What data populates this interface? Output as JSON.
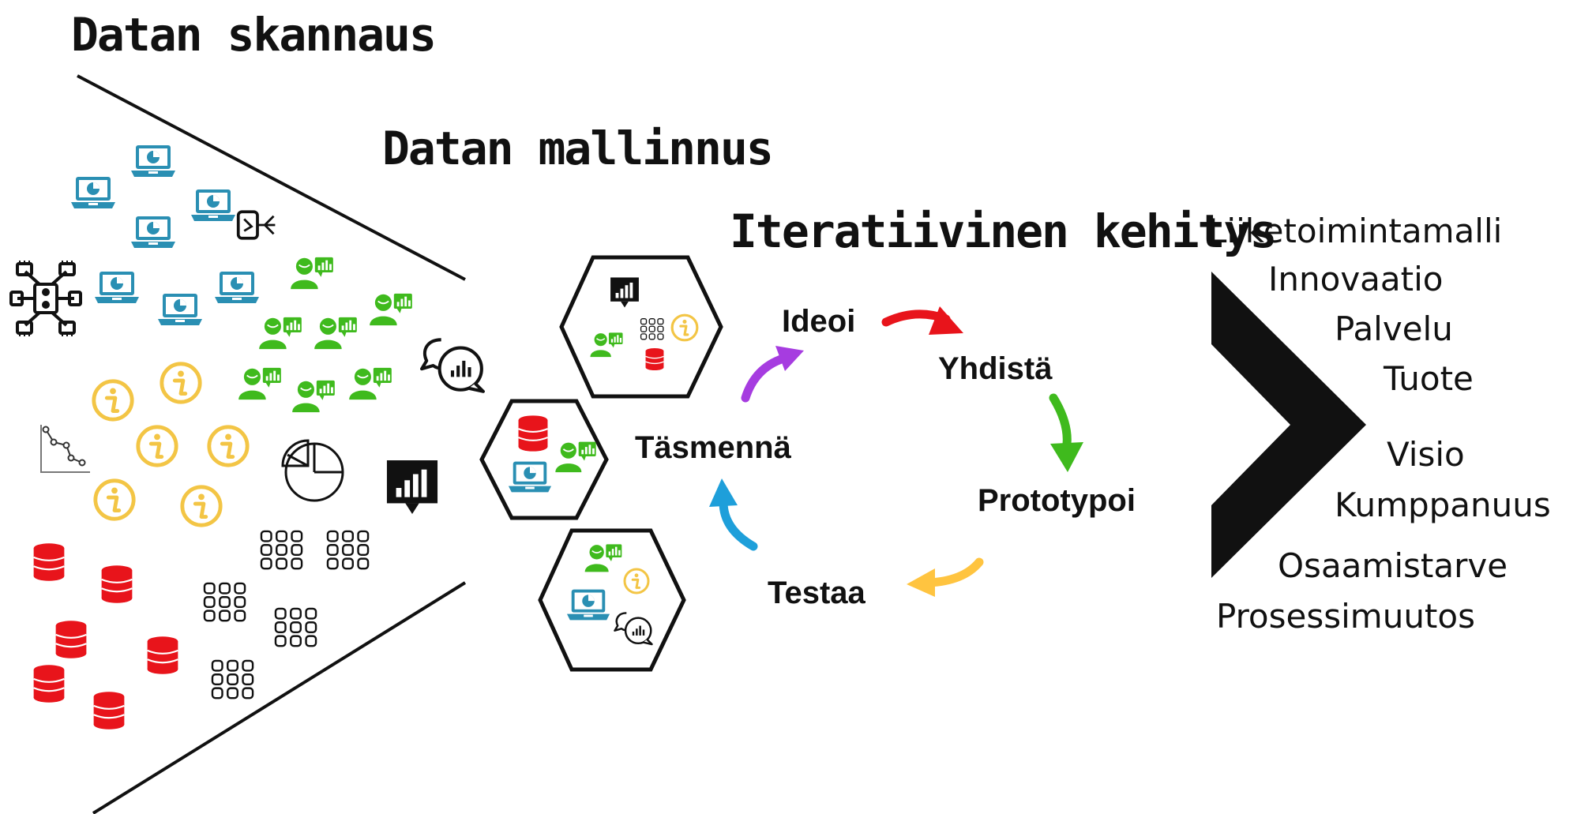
{
  "titles": {
    "scan": "Datan skannaus",
    "model": "Datan mallinnus",
    "iterate": "Iteratiivinen kehitys"
  },
  "cycle": {
    "steps": [
      "Ideoi",
      "Yhdistä",
      "Prototypoi",
      "Testaa",
      "Täsmennä"
    ],
    "arrow_colors": [
      "#e8141b",
      "#3fba1d",
      "#ffc440",
      "#1e9fda",
      "#a63ce0"
    ]
  },
  "outcomes": [
    "Liiketoimintamalli",
    "Innovaatio",
    "Palvelu",
    "Tuote",
    "Visio",
    "Kumppanuus",
    "Osaamistarve",
    "Prosessimuutos"
  ],
  "colors": {
    "laptop": "#2a8fb3",
    "user": "#3fba1d",
    "info": "#f3c545",
    "database": "#e8141b",
    "ink": "#111111"
  },
  "icons": [
    "laptop-chart-icon",
    "user-chart-icon",
    "info-icon",
    "database-icon",
    "grid-icon",
    "pie-chart-icon",
    "chat-chart-icon",
    "bar-chart-icon",
    "network-icon",
    "plug-icon",
    "line-chart-icon"
  ]
}
